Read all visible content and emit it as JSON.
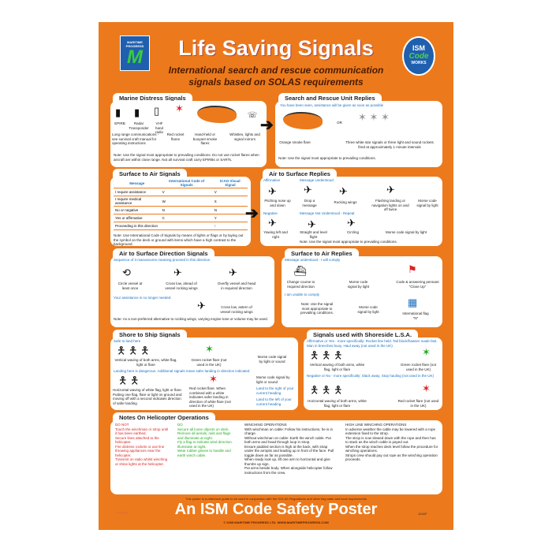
{
  "header": {
    "title": "Life Saving Signals",
    "subtitle_1": "International search and rescue communication",
    "subtitle_2": "signals based on SOLAS requirements",
    "logo_left": "MARITIME PROGRESS",
    "logo_right_top": "ISM",
    "logo_right_mid": "Code",
    "logo_right_bottom": "WORKS"
  },
  "distress": {
    "title": "Marine Distress Signals",
    "epirb": "EPIRB",
    "radar": "Radar Transponder",
    "vhf": "VHF hand radio",
    "longrange": "Long range communications - see survival craft manual for operating instructions",
    "rocket": "Red rocket flares",
    "smoke": "Hand-held or buoyant smoke flares",
    "whistle": "Whistles, lights and signal mirrors",
    "or": "OR",
    "note": "Note: Use the signal most appropriate to prevailing conditions. Do not use rocket flares when aircraft are within close range. Not all survival craft carry EPIRBs or SARTs."
  },
  "sar": {
    "title": "Search and Rescue Unit Replies",
    "subtitle": "You have been seen, assistance will be given as soon as possible",
    "orange": "Orange smoke flare",
    "stars": "Three white star signals or three light and sound rockets fired at approximately 1 minute intervals",
    "or": "OR",
    "note": "Note: Use the signal most appropriate to prevailing conditions."
  },
  "surface_air": {
    "title": "Surface to Air Signals",
    "headers": [
      "Message",
      "International Code of Signals",
      "ICAO Visual Signal"
    ],
    "rows": [
      {
        "msg": "I require assistance",
        "ics": "V",
        "icao": "V"
      },
      {
        "msg": "I require medical assistance",
        "ics": "W",
        "icao": "X"
      },
      {
        "msg": "No or negative",
        "ics": "N",
        "icao": "N"
      },
      {
        "msg": "Yes or affirmative",
        "ics": "C",
        "icao": "Y"
      },
      {
        "msg": "Proceeding in this direction",
        "ics": "",
        "icao": "↑"
      }
    ],
    "note": "Note: Use International Code of Signals by means of lights or flags or by laying out the symbol on the deck or ground with items which have a high contrast to the background."
  },
  "air_surface": {
    "title": "Air to Surface Replies",
    "affirmative": "Affirmative",
    "understood": "Message Understood",
    "pitching": "Pitching nose up and down",
    "drop": "Drop a message",
    "rocking": "Rocking wings",
    "flashing": "Flashing landing or navigation lights on and off twice",
    "morse1": "Morse code signal by light",
    "negative": "Negative",
    "not_understood": "Message Not Understood - Repeat",
    "yawing": "Yawing left and right",
    "straight": "Straight and level flight",
    "circling": "Circling",
    "morse2": "Morse code signal by light",
    "note": "Note: Use the signal most appropriate to prevailing conditions."
  },
  "direction": {
    "title": "Air to Surface Direction Signals",
    "subtitle": "Sequence of 3 manoeuvres meaning proceed in this direction",
    "s1": "Circle vessel at least once",
    "s2": "Cross low, ahead of vessel rocking wings",
    "s3": "Overfly vessel and head in required direction",
    "sub2": "Your assistance is no longer needed",
    "s4": "Cross low, astern of vessel rocking wings",
    "note": "Note: As a non-preferred alternative to rocking wings, varying engine tone or volume may be used."
  },
  "surface_replies": {
    "title": "Surface to Air Replies",
    "subtitle": "Message understood - I will comply",
    "change": "Change course to required direction",
    "morse": "Morse code signal by light",
    "code_pennant": "Code & answering pennant \"Close Up\"",
    "unable": "I am unable to comply",
    "note": "Note: Use the signal most appropriate to prevailing conditions.",
    "morse2": "Morse code signal by light",
    "flag_n": "International flag \"N\""
  },
  "shore_ship": {
    "title": "Shore to Ship Signals",
    "sub1": "Safe to land here",
    "vertical": "Vertical waving of both arms, white flag, light or flare",
    "green": "Green rocket flare (not used in the UK)",
    "morse": "Morse code signal by light or sound",
    "sub2": "Landing here is dangerous. Additional signals mean safer landing in direction indicated",
    "horizontal": "Horizontal waving of white flag, light or flare. Putting one flag, flare or light on ground and moving off with a second indicates direction of safer landing",
    "red": "Red rocket flare. When combined with a white indicates safer landing in direction of white flare (not used in the UK)",
    "morse_s": "Morse code signal by light or sound",
    "right": "Land to the right of your current heading",
    "left": "Land to the left of your current heading",
    "or": "OR"
  },
  "shoreside": {
    "title": "Signals used with Shoreside L.S.A.",
    "sub1": "Affirmative or Yes - more specifically: Rocket line held. Tail block/hawser made fast. Man in breeches buoy. Haul away (not used in the UK)",
    "vertical": "Vertical waving of both arms, white flag, light or flare",
    "green": "Green rocket flare (not used in the UK)",
    "sub2": "Negative or No - more specifically: Slack away. Stop hauling (not used in the UK)",
    "horizontal": "Horizontal waving of both arms, white flag, light or flare",
    "red": "Red rocket flare (not used in the UK)",
    "or": "OR"
  },
  "helicopter": {
    "title": "Notes On Helicopter Operations",
    "dont_head": "DO NOT",
    "do_head": "DO",
    "winching_head": "WINCHING OPERATIONS",
    "highline_head": "HIGH LINE WINCHING OPERATIONS",
    "dont": [
      "Touch the winchman or strop until it has been earthed.",
      "Secure lines attached to the helicopter.",
      "Fire distress rockets or use line throwing appliances near the helicopter.",
      "Transmit on radio whilst winching or shine lights at the helicopter."
    ],
    "do": [
      "Secure all loose objects on deck.",
      "Remove all aerials, rails and flags and illuminate at night.",
      "Fly a flag to indicate wind direction. Illuminate at night.",
      "Wear rubber gloves to handle and earth winch cable."
    ],
    "winching": [
      "With winchman on cable: Follow his instructions, he is in charge.",
      "Without winchman on cable: Earth the winch cable. Put both arms and head through loop in strop.",
      "Ensure padded section is high at the back, with strap under the armpits and leading up in front of the face. Pull toggle down as far as possible.",
      "When ready look up, lift one arm to horizontal and give thumbs up sign.",
      "Put arms beside body. When alongside helicopter follow instructions from the crew."
    ],
    "highline": [
      "In adverse weather the cable may be lowered with a rope extension fixed to the strop.",
      "The strop is now slewed down with the rope and then has to stack as the winch cable is payed out.",
      "When the strop reaches deck level follow the procedure for winching operations.",
      "Strops crew should pay out rope as the winching operation proceeds."
    ]
  },
  "footer": {
    "disclaimer": "This poster is a reference guide to be used in conjunction with the SOLAS Regulations and other flag state and local requirements",
    "tagline": "An ISM Code Safety Poster",
    "copyright": "© 2005 MARITIME PROGRESS LTD.      WWW.MARITIMEPROGRESS.COM",
    "code": "1040P"
  },
  "colors": {
    "poster": "#ec7a1c",
    "accent_blue": "#1b6fc0",
    "logo_blue": "#1f5fae"
  }
}
